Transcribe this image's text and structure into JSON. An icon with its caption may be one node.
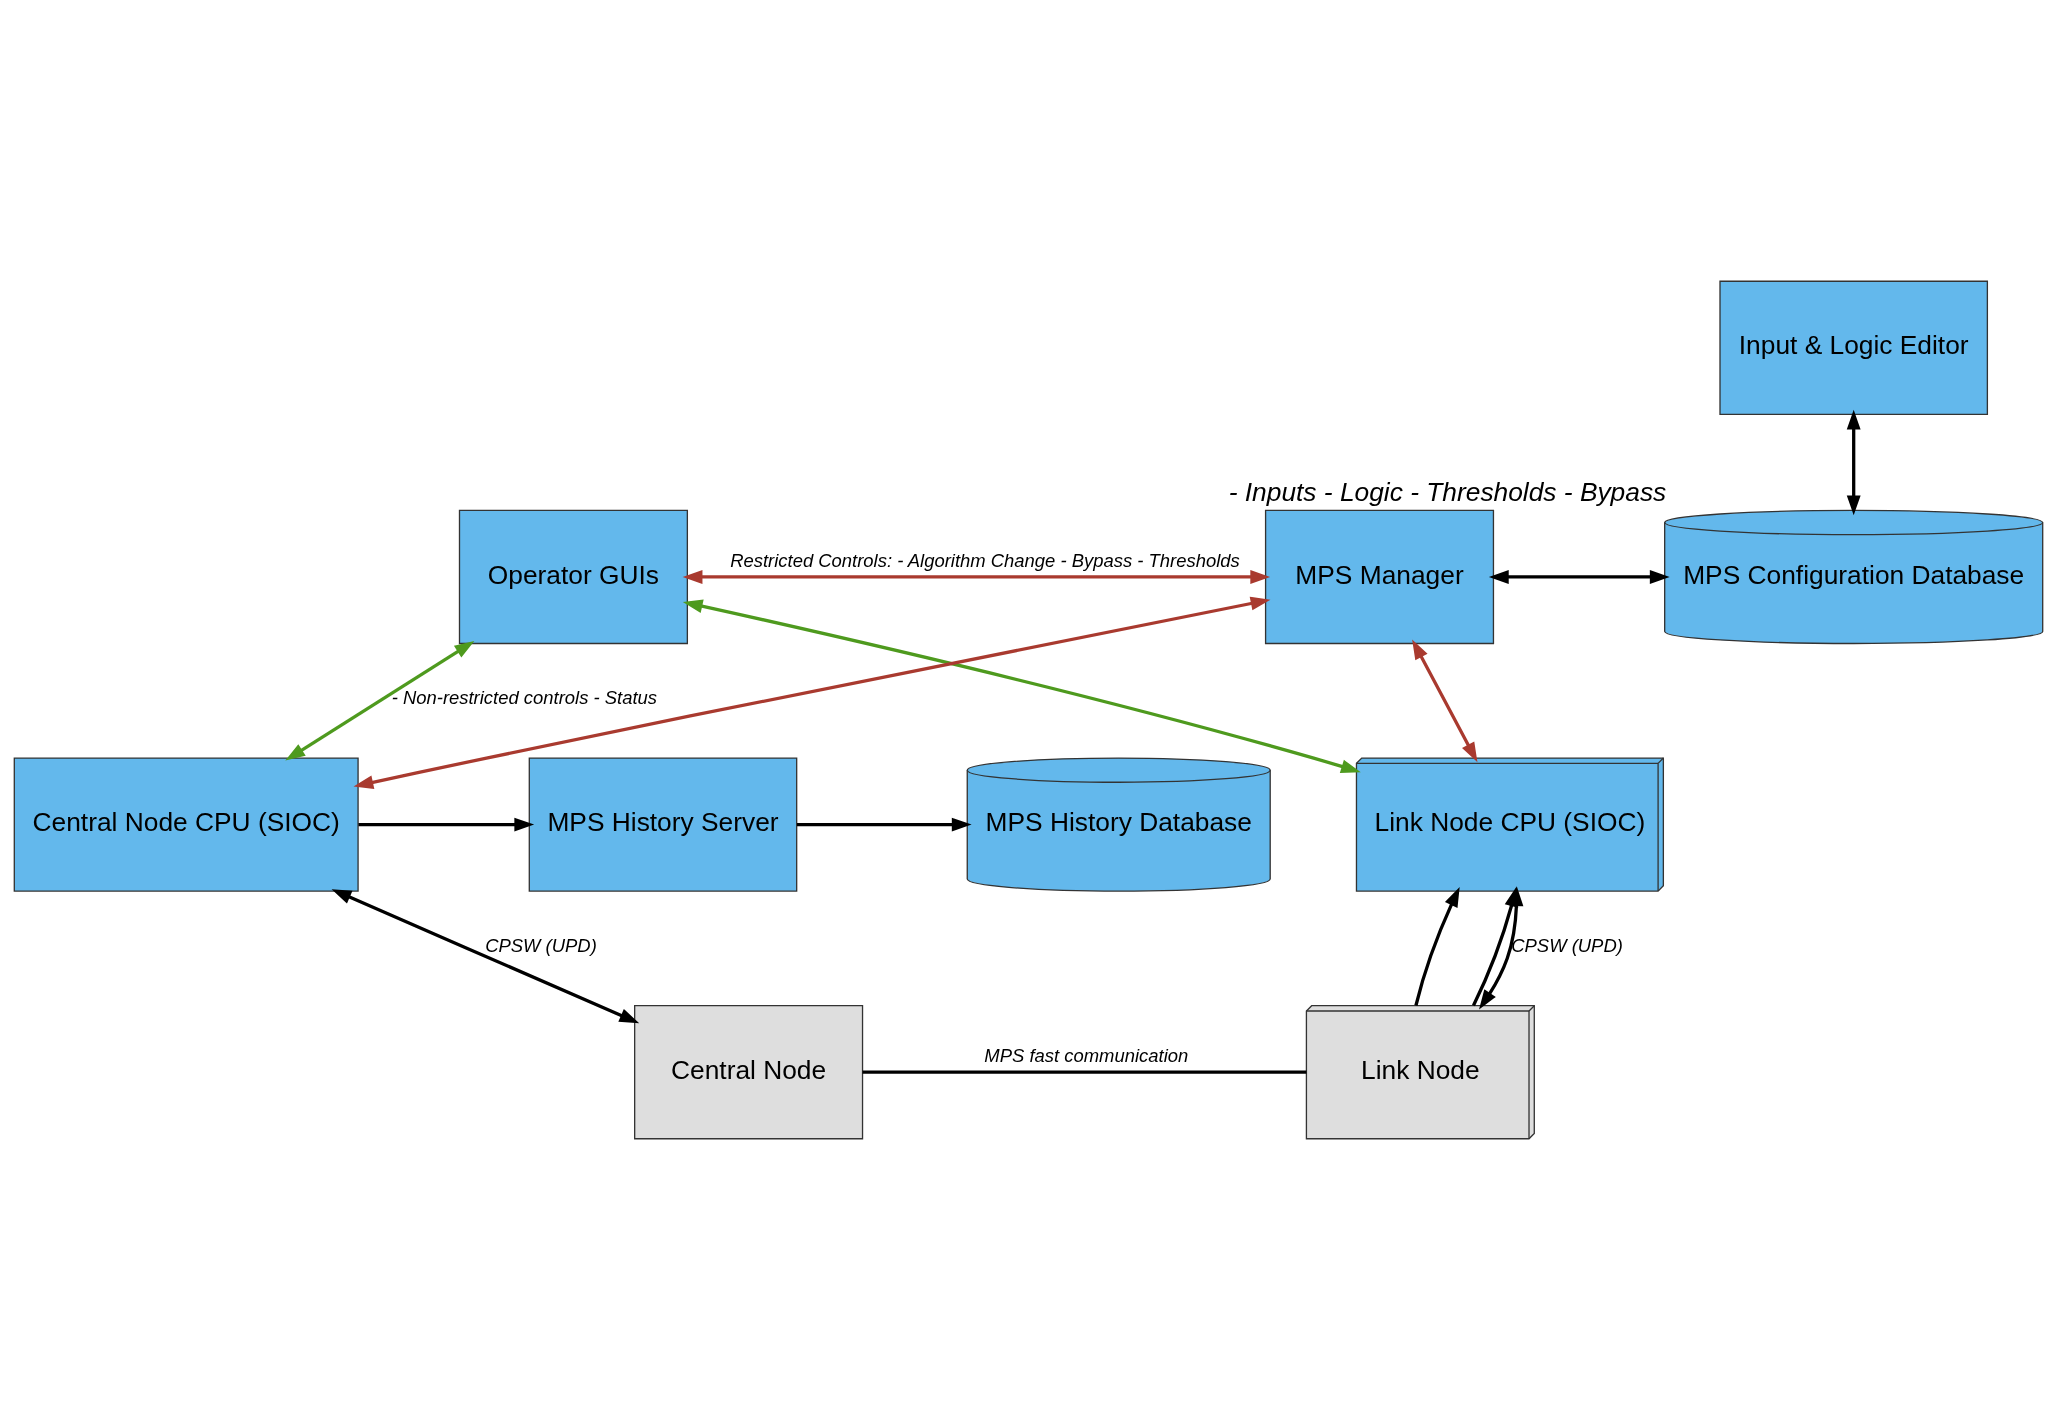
{
  "diagram": {
    "nodes": [
      {
        "text": [
          "Input & Logic Editor"
        ]
      },
      {
        "text": [
          "Operator GUIs"
        ]
      },
      {
        "text": [
          "MPS Manager"
        ]
      },
      {
        "text": [
          "MPS Configuration Database"
        ],
        "beside": [
          "- Inputs - Logic - Thresholds - Bypass"
        ]
      },
      {
        "text": [
          "MPS History Database"
        ]
      },
      {
        "text": [
          "MPS History Server"
        ]
      },
      {
        "text": [
          "Central Node CPU (SIOC)"
        ]
      },
      {
        "text": [
          "Link Node CPU (SIOC)"
        ]
      },
      {
        "text": [
          "Central Node"
        ]
      },
      {
        "text": [
          "Link Node"
        ]
      }
    ],
    "edges": [
      {
        "from": 0,
        "to": 3,
        "arrow": "both"
      },
      {
        "from": 1,
        "to": 2,
        "arrow": "both",
        "color": "#a93a2f",
        "label": "Restricted Controls: - Algorithm Change - Bypass - Thresholds"
      },
      {
        "from": 2,
        "to": 3,
        "arrow": "both"
      },
      {
        "from": 2,
        "to": 6,
        "arrow": "both",
        "color": "#a93a2f"
      },
      {
        "from": 2,
        "to": 7,
        "arrow": "both",
        "color": "#a93a2f"
      },
      {
        "from": 1,
        "to": 6,
        "arrow": "both",
        "color": "#4e9a1e",
        "label": "- Non-restricted controls - Status"
      },
      {
        "from": 1,
        "to": 7,
        "arrow": "both",
        "color": "#4e9a1e"
      },
      {
        "from": 6,
        "to": 5,
        "arrow": "to"
      },
      {
        "from": 5,
        "to": 4,
        "arrow": "to"
      },
      {
        "from": 6,
        "to": 8,
        "arrow": "both",
        "label": "CPSW (UPD)"
      },
      {
        "from": 9,
        "to": 7,
        "arrow": "to"
      },
      {
        "from": 9,
        "to": 7,
        "arrow": "to"
      },
      {
        "from": 9,
        "to": 7,
        "arrow": "both",
        "label": "CPSW (UPD)"
      },
      {
        "from": 8,
        "to": 9,
        "arrow": "none",
        "label": "MPS fast communication"
      }
    ]
  }
}
